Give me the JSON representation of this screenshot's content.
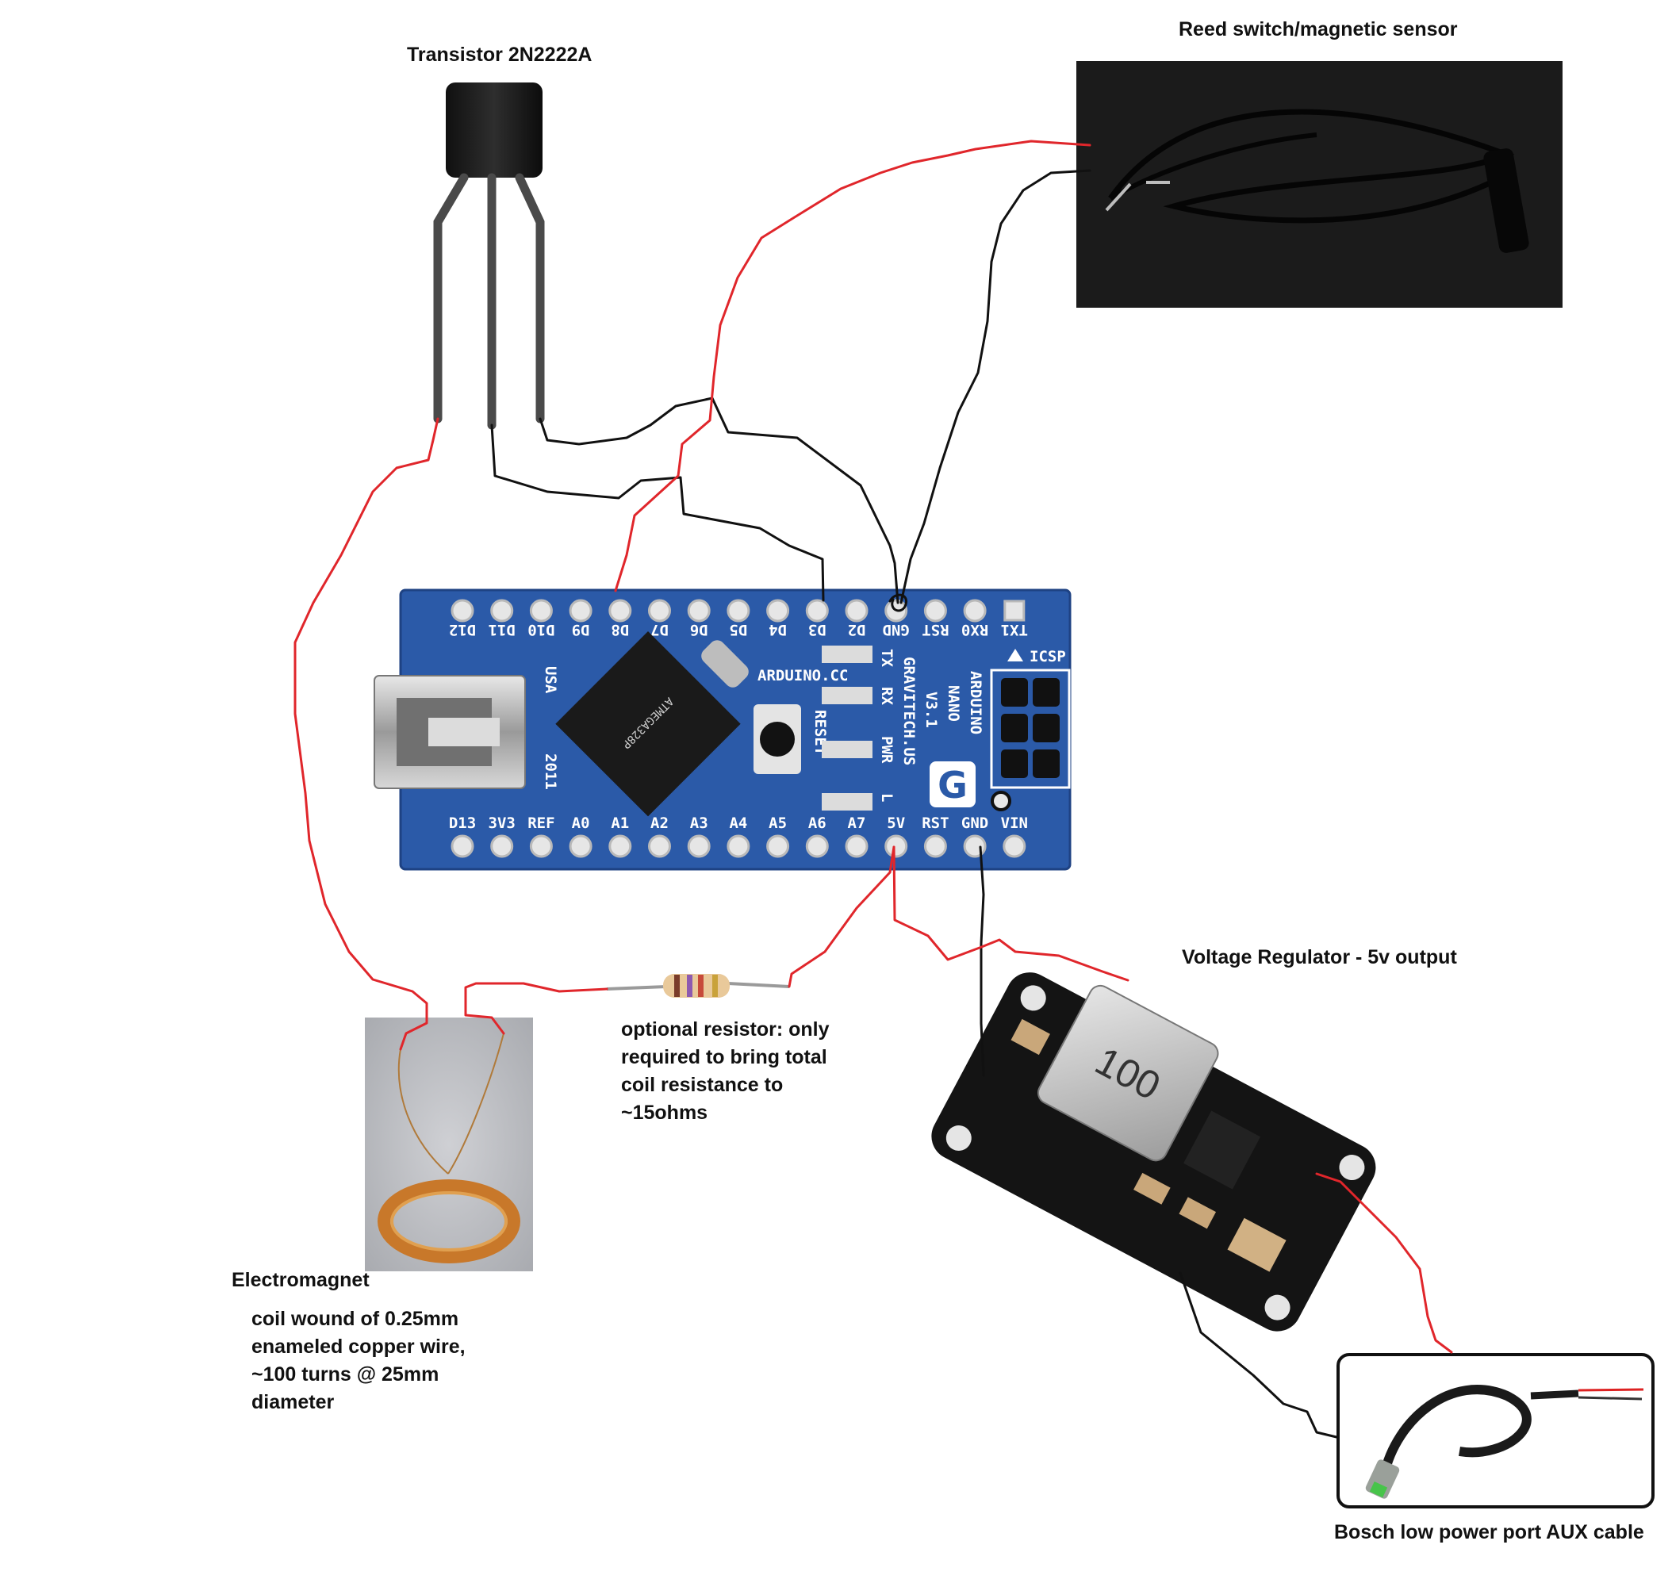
{
  "labels": {
    "transistor": "Transistor 2N2222A",
    "reed": "Reed switch/magnetic sensor",
    "regulator": "Voltage Regulator - 5v output",
    "resistor_note": [
      "optional resistor: only",
      "required to bring total",
      "coil resistance to",
      "~15ohms"
    ],
    "electromagnet_title": "Electromagnet",
    "electromagnet_note": [
      "coil wound of 0.25mm",
      "enameled copper wire,",
      "~100 turns @ 25mm",
      "diameter"
    ],
    "aux_cable": "Bosch low power port AUX cable"
  },
  "board": {
    "top_pins": [
      "D12",
      "D11",
      "D10",
      "D9",
      "D8",
      "D7",
      "D6",
      "D5",
      "D4",
      "D3",
      "D2",
      "GND",
      "RST",
      "RX0",
      "TX1"
    ],
    "bottom_pins": [
      "D13",
      "3V3",
      "REF",
      "A0",
      "A1",
      "A2",
      "A3",
      "A4",
      "A5",
      "A6",
      "A7",
      "5V",
      "RST",
      "GND",
      "VIN"
    ],
    "silk": {
      "site": "ARDUINO.CC",
      "name": "ARDUINO",
      "model": "NANO",
      "version": "V3.1",
      "maker": "GRAVITECH.US",
      "country": "USA",
      "year": "2011",
      "reset": "RESET",
      "icsp": "ICSP",
      "leds": [
        "TX",
        "RX",
        "PWR",
        "L"
      ],
      "chip": "ATMEGA328P"
    }
  },
  "regulator_inductor": "100",
  "colors": {
    "wire_red": "#e0262b",
    "wire_black": "#111111",
    "pcb_blue": "#2b5aa8",
    "coil_copper": "#c8782a"
  }
}
